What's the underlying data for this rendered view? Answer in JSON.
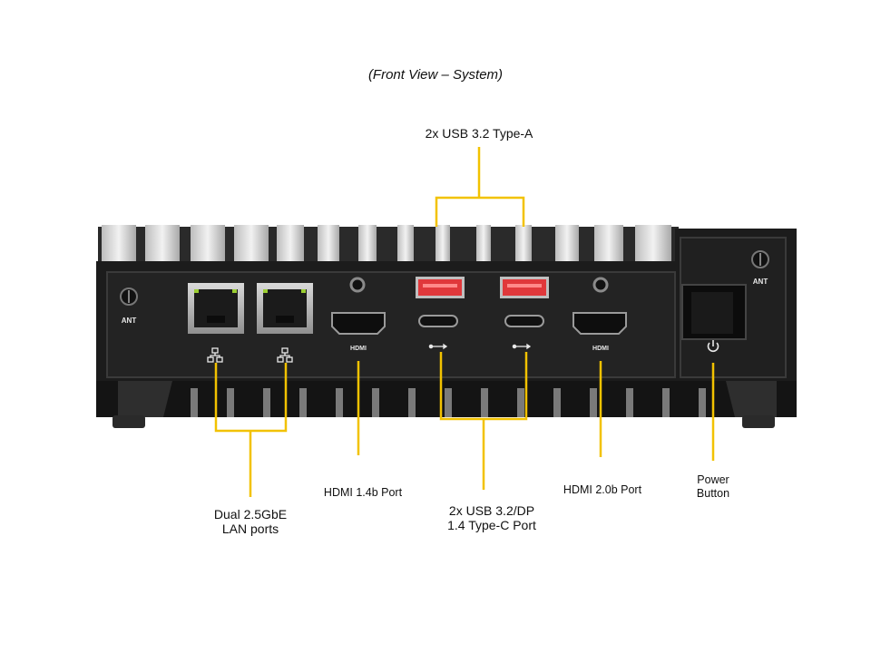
{
  "caption": "(Front View – System)",
  "callouts": {
    "usb_a": "2x USB 3.2 Type-A",
    "lan": [
      "Dual 2.5GbE",
      "LAN ports"
    ],
    "hdmi_14": "HDMI  1.4b Port",
    "usb_c": [
      "2x USB 3.2/DP",
      "1.4 Type-C Port"
    ],
    "hdmi_20": "HDMI  2.0b Port",
    "power": [
      "Power",
      "Button"
    ]
  },
  "panel_text": {
    "ant": "ANT",
    "hdmi": "HDMI"
  },
  "colors": {
    "leader": "#f2c200",
    "chassis": "#1a1a1a",
    "usb_a_port": "#e0383b"
  },
  "icons": [
    "antenna-connector-icon",
    "lan-icon",
    "usb-icon",
    "power-icon"
  ]
}
